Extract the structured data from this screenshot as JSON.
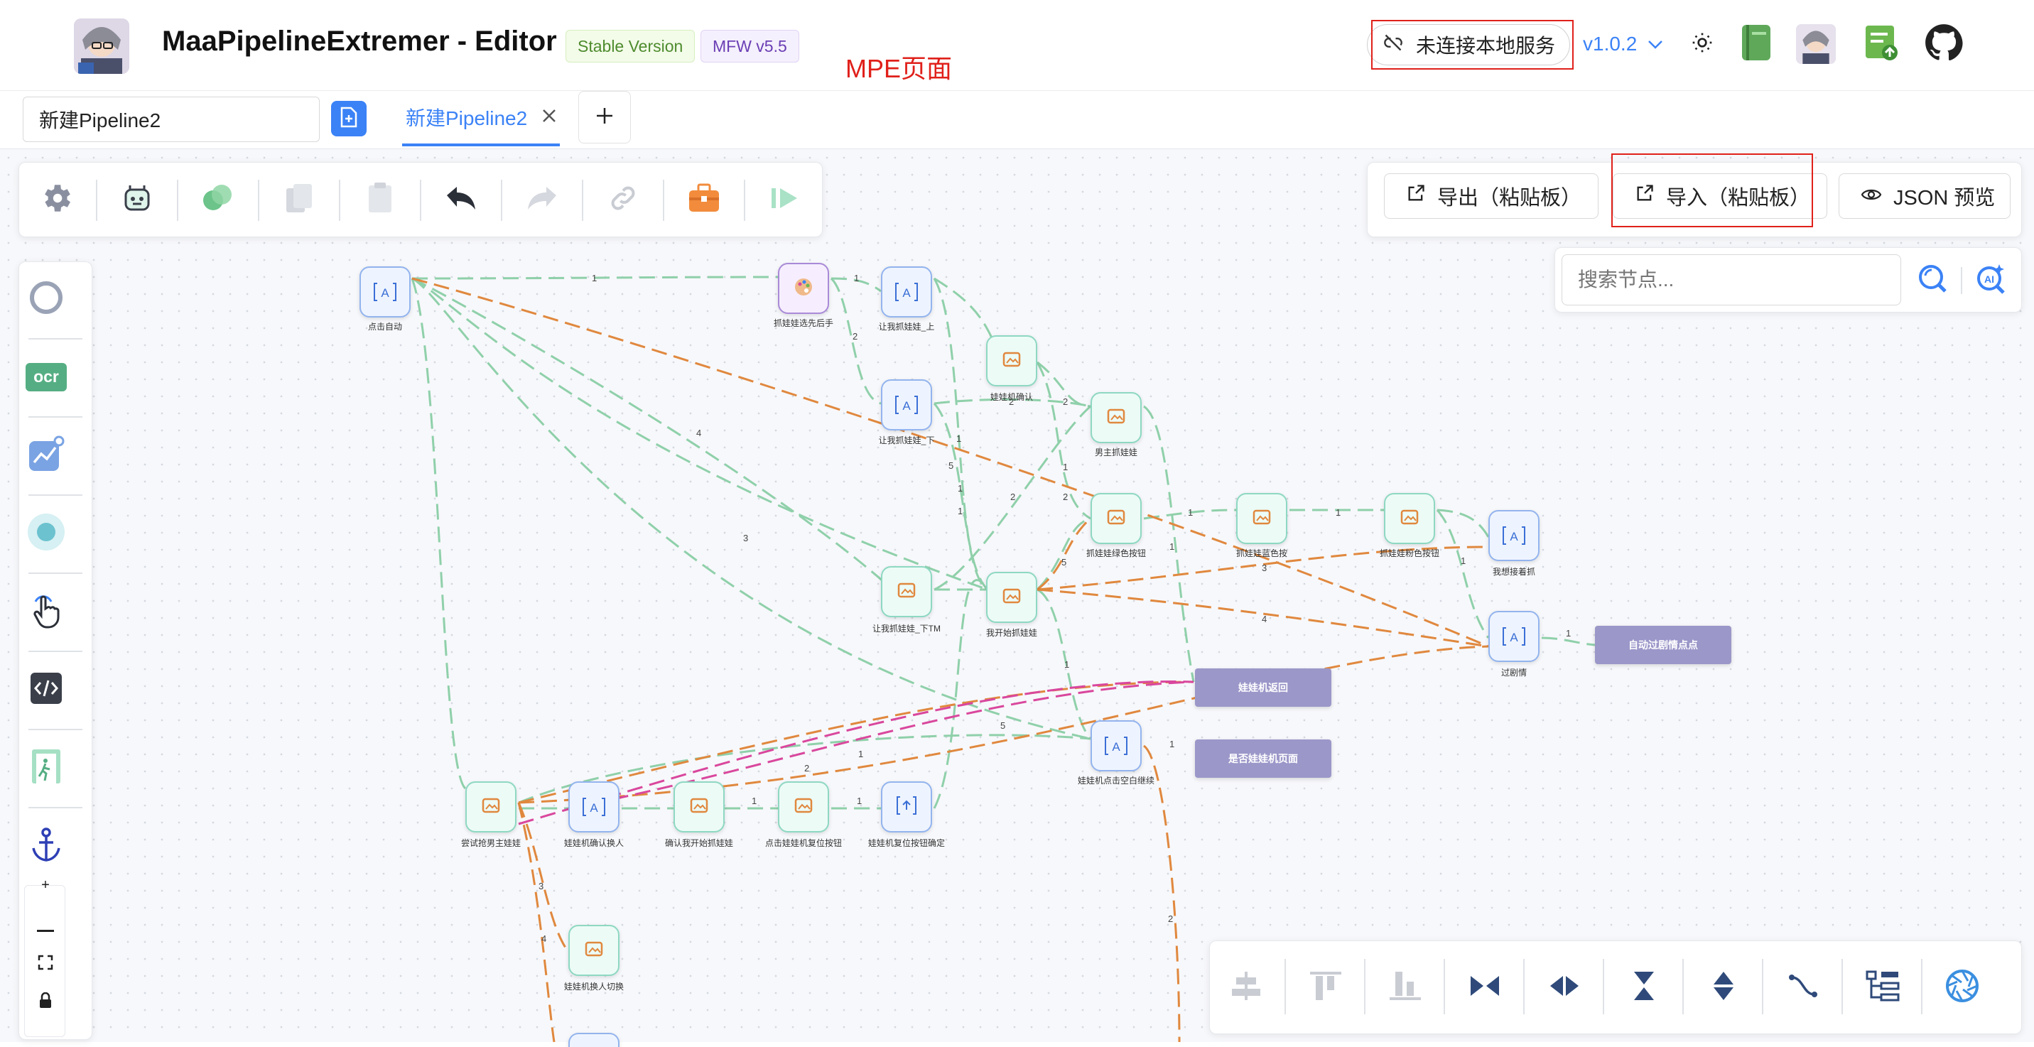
{
  "header": {
    "app_title": "MaaPipelineExtremer - Editor",
    "badge_stable": "Stable Version",
    "badge_mfw": "MFW v5.5",
    "annotation": "MPE页面",
    "connection_status": "未连接本地服务",
    "version": "v1.0.2"
  },
  "tabbar": {
    "name_input_value": "新建Pipeline2",
    "active_tab": "新建Pipeline2"
  },
  "actions": {
    "export_label": "导出（粘贴板）",
    "import_label": "导入（粘贴板）",
    "json_preview_label": "JSON 预览"
  },
  "search": {
    "placeholder": "搜索节点..."
  },
  "left_panel": {
    "ocr_label": "ocr"
  },
  "nodes": {
    "n1": "点击自动",
    "n2": "抓娃娃选先后手",
    "n3": "让我抓娃娃_上",
    "n4": "让我抓娃娃_下",
    "n5": "娃娃机确认",
    "n6": "男主抓娃娃",
    "n7": "抓娃娃绿色按钮",
    "n8": "抓娃娃蓝色按",
    "n9": "抓娃娃粉色按钮",
    "n10": "我想接着抓",
    "n11": "让我抓娃娃_下TM",
    "n12": "我开始抓娃娃",
    "n13": "过剧情",
    "n14": "自动过剧情点点",
    "n15": "娃娃机返回",
    "n16": "娃娃机点击空白继续",
    "n17": "是否娃娃机页面",
    "n18": "尝试抢男主娃娃",
    "n19": "娃娃机确认换人",
    "n20": "确认我开始抓娃娃",
    "n21": "点击娃娃机复位按钮",
    "n22": "娃娃机复位按钮确定",
    "n23": "娃娃机换人切换"
  },
  "edge_labels": [
    "1",
    "1",
    "2",
    "2",
    "2",
    "2",
    "1",
    "4",
    "5",
    "1",
    "1",
    "1",
    "2",
    "2",
    "5",
    "3",
    "1",
    "1",
    "1",
    "1",
    "3",
    "4",
    "5",
    "1",
    "1",
    "2",
    "1",
    "1",
    "1",
    "1",
    "3",
    "4",
    "2"
  ],
  "colors": {
    "accent": "#3b82f6",
    "edge_green": "#8fd0aa",
    "edge_orange": "#e0883e",
    "edge_pink": "#d9479d",
    "annotation_red": "#e0201a",
    "purple_node": "#9b97c9"
  }
}
